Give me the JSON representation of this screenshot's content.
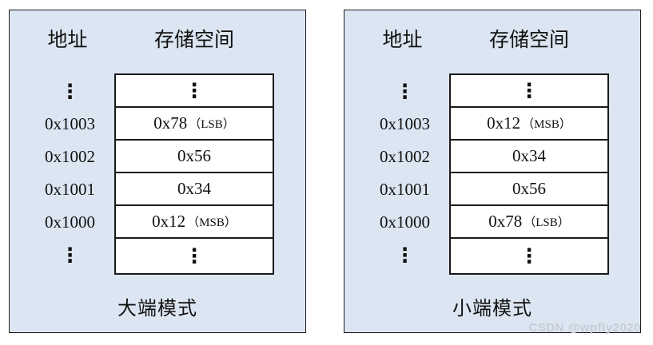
{
  "watermark": "CSDN @wpfly2020",
  "colors": {
    "panel_bg": "#dce6f2",
    "border": "#1a1a1a",
    "cell_bg": "#ffffff",
    "text": "#111111",
    "watermark": "#c6ccd5"
  },
  "panels": [
    {
      "id": "big-endian",
      "address_header": "地址",
      "storage_header": "存储空间",
      "caption": "大端模式",
      "rows": [
        {
          "address": "⋮",
          "value": "⋮",
          "suffix": ""
        },
        {
          "address": "0x1003",
          "value": "0x78",
          "suffix": "（LSB）"
        },
        {
          "address": "0x1002",
          "value": "0x56",
          "suffix": ""
        },
        {
          "address": "0x1001",
          "value": "0x34",
          "suffix": ""
        },
        {
          "address": "0x1000",
          "value": "0x12",
          "suffix": "（MSB）"
        },
        {
          "address": "⋮",
          "value": "⋮",
          "suffix": ""
        }
      ]
    },
    {
      "id": "little-endian",
      "address_header": "地址",
      "storage_header": "存储空间",
      "caption": "小端模式",
      "rows": [
        {
          "address": "⋮",
          "value": "⋮",
          "suffix": ""
        },
        {
          "address": "0x1003",
          "value": "0x12",
          "suffix": "（MSB）"
        },
        {
          "address": "0x1002",
          "value": "0x34",
          "suffix": ""
        },
        {
          "address": "0x1001",
          "value": "0x56",
          "suffix": ""
        },
        {
          "address": "0x1000",
          "value": "0x78",
          "suffix": "（LSB）"
        },
        {
          "address": "⋮",
          "value": "⋮",
          "suffix": ""
        }
      ]
    }
  ]
}
